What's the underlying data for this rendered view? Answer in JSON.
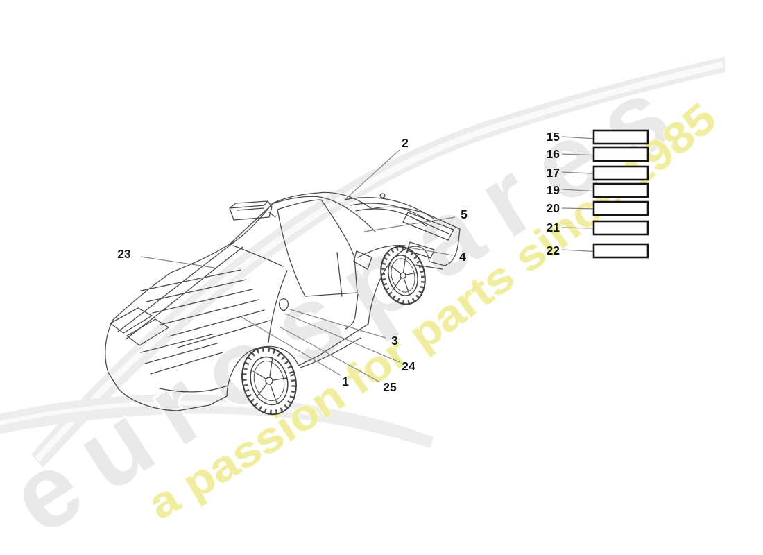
{
  "watermark": {
    "brand": "eurospares",
    "tagline": "a passion for parts since 1985",
    "brand_fill": "#e9e9e9",
    "tagline_fill": "#f1eda0",
    "swoosh_fill": "#ececec"
  },
  "callouts": {
    "n1": "1",
    "n2": "2",
    "n3": "3",
    "n4": "4",
    "n5": "5",
    "n23": "23",
    "n24": "24",
    "n25": "25"
  },
  "plates": {
    "p15": "15",
    "p16": "16",
    "p17": "17",
    "p19": "19",
    "p20": "20",
    "p21": "21",
    "p22": "22"
  }
}
